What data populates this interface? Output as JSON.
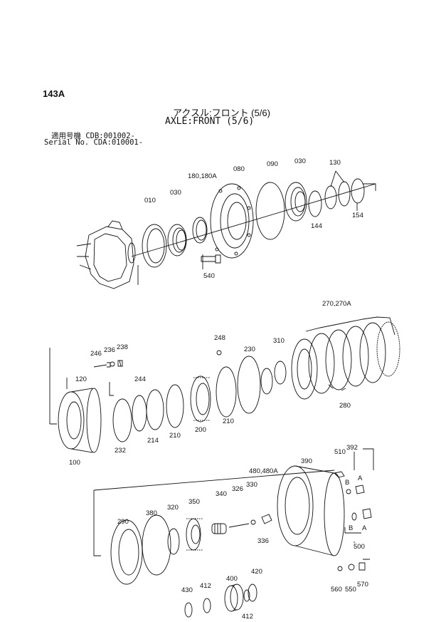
{
  "header": {
    "page_code": "143A",
    "title_jp": "アクスル:フロント (5/6)",
    "title_en": "AXLE:FRONT (5/6)",
    "serial_line_1": "適用号機 CDB:001002-",
    "serial_line_2": "Serial No. CDA:010001-"
  },
  "labels": {
    "p010": "010",
    "p030a": "030",
    "p180": "180,180A",
    "p080": "080",
    "p090": "090",
    "p030b": "030",
    "p130": "130",
    "p154": "154",
    "p144": "144",
    "p540": "540",
    "p270": "270,270A",
    "p246": "246",
    "p236": "236",
    "p238": "238",
    "p248": "248",
    "p230": "230",
    "p310": "310",
    "p120": "120",
    "p244": "244",
    "p232": "232",
    "p214": "214",
    "p210a": "210",
    "p200": "200",
    "p210b": "210",
    "p280": "280",
    "p100": "100",
    "p510": "510",
    "p392": "392",
    "p390": "390",
    "p480": "480,480A",
    "pB1": "B",
    "pA1": "A",
    "p290": "290",
    "p380": "380",
    "p320": "320",
    "p350": "350",
    "p340": "340",
    "p326": "326",
    "p330": "330",
    "p336": "336",
    "pB2": "B",
    "pA2": "A",
    "p500": "500",
    "p420": "420",
    "p400": "400",
    "p412a": "412",
    "p430": "430",
    "p412b": "412",
    "p560": "560",
    "p550": "550",
    "p570": "570"
  }
}
